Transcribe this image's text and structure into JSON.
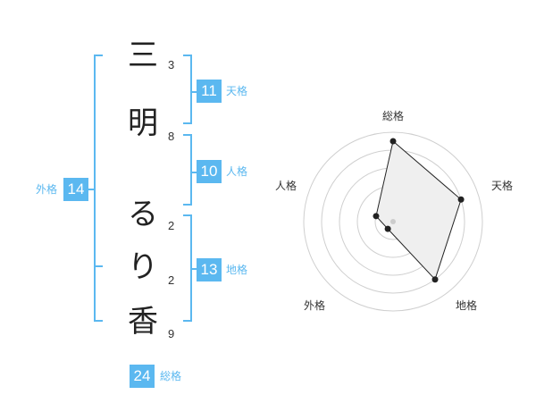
{
  "name_chars": [
    {
      "char": "三",
      "strokes": "3"
    },
    {
      "char": "明",
      "strokes": "8"
    },
    {
      "char": "る",
      "strokes": "2"
    },
    {
      "char": "り",
      "strokes": "2"
    },
    {
      "char": "香",
      "strokes": "9"
    }
  ],
  "scores": {
    "tenkaku": {
      "label": "天格",
      "value": "11"
    },
    "jinkaku": {
      "label": "人格",
      "value": "10"
    },
    "chikaku": {
      "label": "地格",
      "value": "13"
    },
    "gaikaku": {
      "label": "外格",
      "value": "14"
    },
    "soukaku": {
      "label": "総格",
      "value": "24"
    }
  },
  "radar": {
    "axes": [
      "総格",
      "天格",
      "地格",
      "外格",
      "人格"
    ],
    "levels": [
      0.9,
      0.8,
      0.8,
      0.1,
      0.2
    ],
    "accent": "#5bb8f0"
  }
}
